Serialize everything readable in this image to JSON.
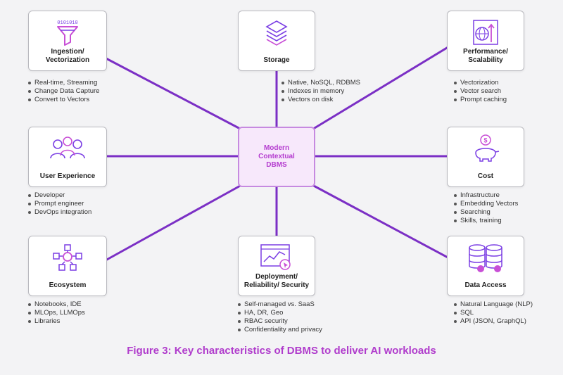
{
  "center": {
    "label": "Modern\nContextual\nDBMS"
  },
  "nodes": [
    {
      "id": "ingestion",
      "title": "Ingestion/\nVectorization",
      "icon": "funnel-binary-icon",
      "bullets": [
        "Real-time, Streaming",
        "Change Data Capture",
        "Convert to Vectors"
      ]
    },
    {
      "id": "storage",
      "title": "Storage",
      "icon": "layered-hexagon-icon",
      "bullets": [
        "Native, NoSQL, RDBMS",
        "Indexes in memory",
        "Vectors on disk"
      ]
    },
    {
      "id": "performance",
      "title": "Performance/\nScalability",
      "icon": "globe-scale-icon",
      "bullets": [
        "Vectorization",
        "Vector search",
        "Prompt caching"
      ]
    },
    {
      "id": "user-experience",
      "title": "User Experience",
      "icon": "users-group-icon",
      "bullets": [
        "Developer",
        "Prompt engineer",
        "DevOps integration"
      ]
    },
    {
      "id": "cost",
      "title": "Cost",
      "icon": "piggy-bank-dollar-icon",
      "bullets": [
        "Infrastructure",
        "Embedding Vectors",
        "Searching",
        "Skills, training"
      ]
    },
    {
      "id": "ecosystem",
      "title": "Ecosystem",
      "icon": "network-nodes-icon",
      "bullets": [
        "Notebooks, IDE",
        "MLOps, LLMOps",
        "Libraries"
      ]
    },
    {
      "id": "deployment",
      "title": "Deployment/\nReliability/ Security",
      "icon": "chart-cursor-icon",
      "bullets": [
        "Self-managed vs. SaaS",
        "HA, DR, Geo",
        "RBAC security",
        "Confidentiality and privacy"
      ]
    },
    {
      "id": "data-access",
      "title": "Data Access",
      "icon": "database-stack-icon",
      "bullets": [
        "Natural Language (NLP)",
        "SQL",
        "API (JSON, GraphQL)"
      ]
    }
  ],
  "caption": "Figure 3: Key characteristics of DBMS to deliver AI workloads",
  "colors": {
    "connector": "#7b2fc5",
    "accent": "#b03ccc",
    "icon_primary": "#7b3fe4",
    "icon_secondary": "#c84fd6"
  }
}
